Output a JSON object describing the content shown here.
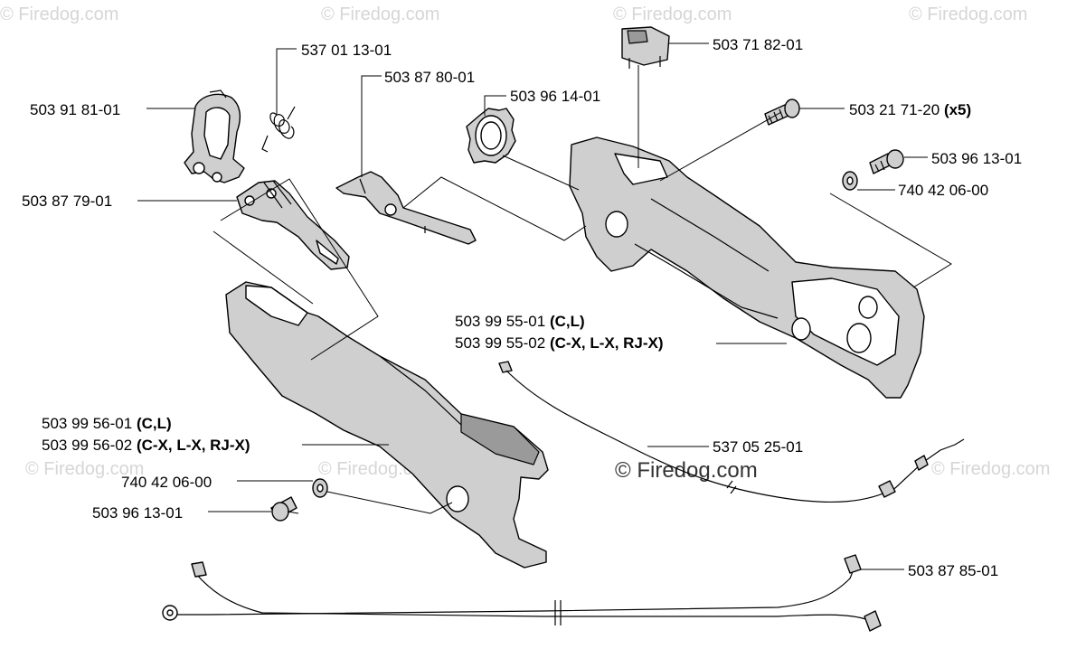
{
  "watermarks": {
    "w1": "© Firedog.com",
    "w2": "© Firedog.com",
    "w3": "© Firedog.com",
    "w4": "© Firedog.com",
    "w5": "© Firedog.com",
    "w6": "© Firedog.com",
    "w7": "© Firedog.com",
    "center": "© Firedog.com"
  },
  "labels": {
    "p537011301": "537 01 13-01",
    "p503878001": "503 87 80-01",
    "p503961401": "503 96 14-01",
    "p503718201": "503 71 82-01",
    "p503918101": "503 91 81-01",
    "p503217120": "503 21 71-20",
    "p503217120_qty": "(x5)",
    "p503961301_top": "503 96 13-01",
    "p740420600_top": "740 42 06-00",
    "p503877901": "503 87 79-01",
    "p503995501": "503 99 55-01",
    "p503995501_var": "(C,L)",
    "p503995502": "503 99 55-02",
    "p503995502_var": "(C-X, L-X, RJ-X)",
    "p537052501": "537 05 25-01",
    "p503995601": "503 99 56-01",
    "p503995601_var": "(C,L)",
    "p503995602": "503 99 56-02",
    "p503995602_var": "(C-X, L-X, RJ-X)",
    "p740420600_bottom": "740 42 06-00",
    "p503961301_bottom": "503 96 13-01",
    "p503878501": "503 87 85-01"
  }
}
